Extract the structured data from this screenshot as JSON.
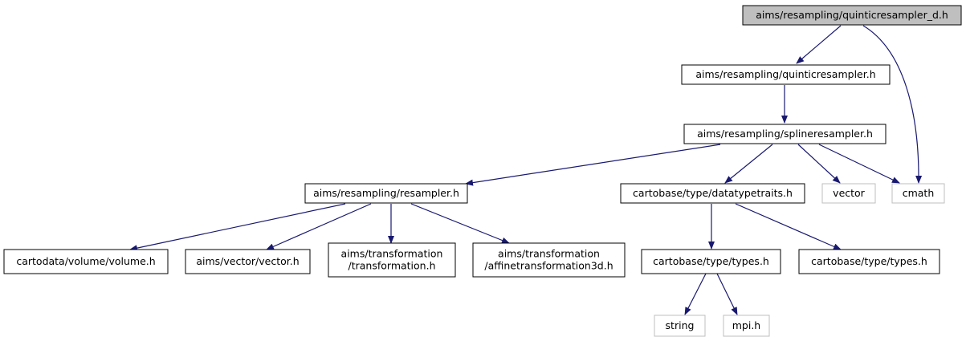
{
  "colors": {
    "edge": "#191970",
    "root_fill": "#bfbfbf",
    "node_border": "#000000",
    "external_border": "#bfbfbf",
    "text": "#000000",
    "background": "#ffffff"
  },
  "nodes": [
    {
      "id": "quinticresampler_d_h",
      "lines": [
        "aims/resampling/quinticresampler_d.h"
      ],
      "kind": "root",
      "link": false
    },
    {
      "id": "quinticresampler_h",
      "lines": [
        "aims/resampling/quinticresampler.h"
      ],
      "kind": "internal",
      "link": true
    },
    {
      "id": "splineresampler_h",
      "lines": [
        "aims/resampling/splineresampler.h"
      ],
      "kind": "internal",
      "link": true
    },
    {
      "id": "resampler_h",
      "lines": [
        "aims/resampling/resampler.h"
      ],
      "kind": "internal",
      "link": true
    },
    {
      "id": "datatypetraits_h",
      "lines": [
        "cartobase/type/datatypetraits.h"
      ],
      "kind": "internal",
      "link": true
    },
    {
      "id": "vector",
      "lines": [
        "vector"
      ],
      "kind": "external",
      "link": false
    },
    {
      "id": "cmath",
      "lines": [
        "cmath"
      ],
      "kind": "external",
      "link": false
    },
    {
      "id": "volume_h",
      "lines": [
        "cartodata/volume/volume.h"
      ],
      "kind": "internal",
      "link": true
    },
    {
      "id": "vector_h",
      "lines": [
        "aims/vector/vector.h"
      ],
      "kind": "internal",
      "link": true
    },
    {
      "id": "transformation_h",
      "lines": [
        "aims/transformation",
        "/transformation.h"
      ],
      "kind": "internal",
      "link": true
    },
    {
      "id": "affinetransformation3d_h",
      "lines": [
        "aims/transformation",
        "/affinetransformation3d.h"
      ],
      "kind": "internal",
      "link": true
    },
    {
      "id": "types_h_1",
      "lines": [
        "cartobase/type/types.h"
      ],
      "kind": "internal",
      "link": true
    },
    {
      "id": "types_h_2",
      "lines": [
        "cartobase/type/types.h"
      ],
      "kind": "internal",
      "link": true
    },
    {
      "id": "string",
      "lines": [
        "string"
      ],
      "kind": "external",
      "link": false
    },
    {
      "id": "mpi_h",
      "lines": [
        "mpi.h"
      ],
      "kind": "external",
      "link": false
    }
  ],
  "edges": [
    {
      "from": "quinticresampler_d_h",
      "to": "quinticresampler_h"
    },
    {
      "from": "quinticresampler_d_h",
      "to": "cmath"
    },
    {
      "from": "quinticresampler_h",
      "to": "splineresampler_h"
    },
    {
      "from": "splineresampler_h",
      "to": "resampler_h"
    },
    {
      "from": "splineresampler_h",
      "to": "datatypetraits_h"
    },
    {
      "from": "splineresampler_h",
      "to": "vector"
    },
    {
      "from": "splineresampler_h",
      "to": "cmath"
    },
    {
      "from": "resampler_h",
      "to": "volume_h"
    },
    {
      "from": "resampler_h",
      "to": "vector_h"
    },
    {
      "from": "resampler_h",
      "to": "transformation_h"
    },
    {
      "from": "resampler_h",
      "to": "affinetransformation3d_h"
    },
    {
      "from": "datatypetraits_h",
      "to": "types_h_1"
    },
    {
      "from": "datatypetraits_h",
      "to": "types_h_2"
    },
    {
      "from": "types_h_1",
      "to": "string"
    },
    {
      "from": "types_h_1",
      "to": "mpi_h"
    }
  ]
}
